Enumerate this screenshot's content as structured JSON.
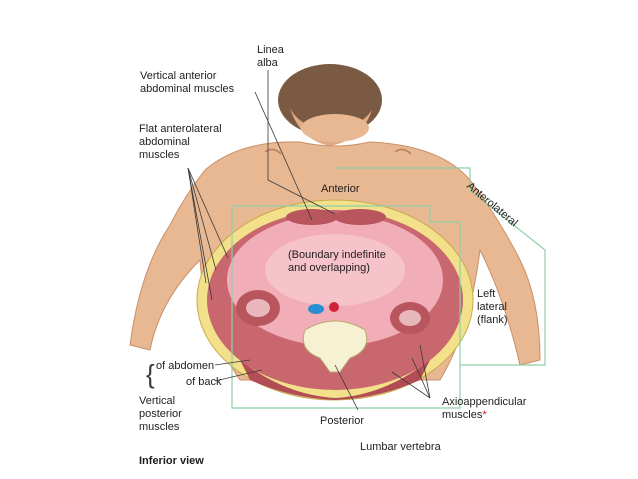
{
  "labels": {
    "linea_alba": "Linea\nalba",
    "vertical_anterior": "Vertical anterior\nabdominal muscles",
    "flat_anterolateral": "Flat anterolateral\nabdominal\nmuscles",
    "anterior": "Anterior",
    "anterolateral": "Anterolateral",
    "boundary": "(Boundary indefinite\nand overlapping)",
    "left_lateral": "Left\nlateral\n(flank)",
    "of_abdomen": "of abdomen",
    "of_back": "of back",
    "vertical_posterior": "Vertical\nposterior\nmuscles",
    "posterior": "Posterior",
    "axioappendicular": "Axioappendicular\nmuscles",
    "asterisk": "*",
    "lumbar_vertebra": "Lumbar vertebra",
    "view": "Inferior view"
  },
  "colors": {
    "skin": "#e8b892",
    "skin_shadow": "#c98f68",
    "fat": "#f3e08a",
    "muscle": "#c8676e",
    "cavity": "#f1aeb9",
    "bone": "#f6f1d2",
    "boundary_line": "#8fcfa8",
    "leader_line": "#3a3a3a",
    "vessel_blue": "#2a8fd0",
    "vessel_red": "#d0243a"
  }
}
